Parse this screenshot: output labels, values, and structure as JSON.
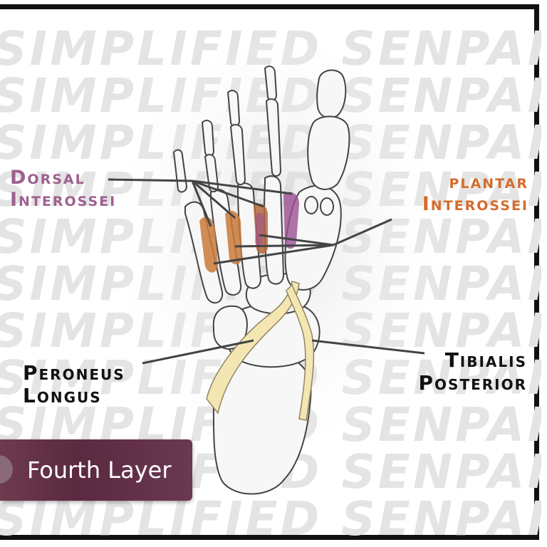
{
  "watermark": {
    "rows": [
      "SIMPLIFIED SENPAI SIMPL",
      "SIMPLIFIED SENPAI SIMPL",
      "SIMPLIFIED SENPAI SIMPL",
      "SIMPLIFIED SENPAI SIMPL",
      "SIMPLIFIED SENPAI SIMPL",
      "SIMPLIFIED SENPAI SIMPL",
      "SIMPLIFIED SENPAI SIMPL",
      "SIMPLIFIED SENPAI SIMPL",
      "SIMPLIFIED SENPAI SIMPL",
      "SIMPLIFIED SENPAI SIMPL",
      "SIMPLIFIED SENPAI SIMPL"
    ]
  },
  "labels": {
    "dorsal": [
      "Dorsal",
      "Interossei"
    ],
    "plantar": [
      "plantar",
      "Interossei"
    ],
    "peroneus": [
      "Peroneus",
      "Longus"
    ],
    "tibialis": [
      "Tibialis",
      "Posterior"
    ]
  },
  "badge": {
    "text": "Fourth Layer"
  },
  "colors": {
    "dorsal_label": "#9e6190",
    "plantar_label": "#d46c2c",
    "dorsal_muscle": "#9b4f93",
    "plantar_muscle": "#c97a3a",
    "tendon": "#f3e6b2",
    "bone": "#f7f7f7"
  }
}
